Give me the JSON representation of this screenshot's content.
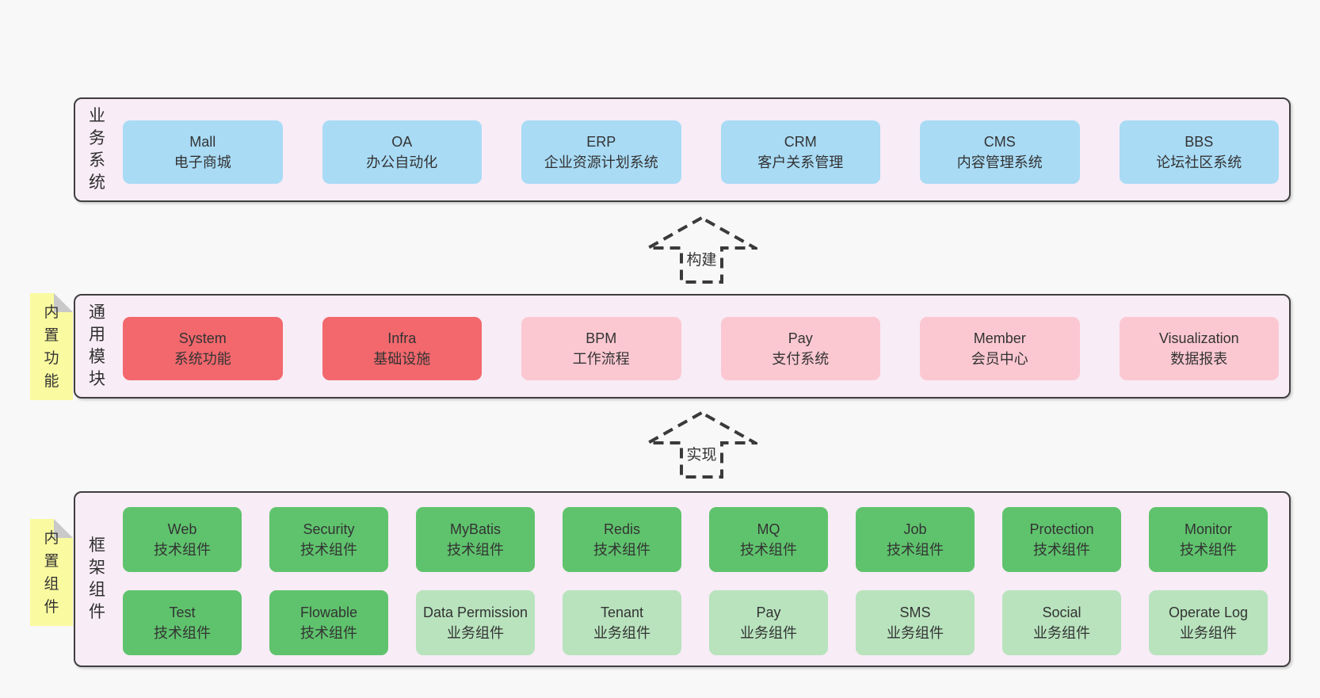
{
  "colors": {
    "page_bg": "#f8f8f8",
    "layer_fill": "#f8ecf6",
    "layer_border": "#3f3f3f",
    "box_blue": "#a9dbf5",
    "box_red": "#f2686d",
    "box_pink": "#fbc8d2",
    "box_green": "#5fc36d",
    "box_light_green": "#b8e3bd",
    "note_yellow": "#fafaa0",
    "note_fold_gray": "#c9c9c9",
    "arrow_dash": "#3a3a3a",
    "text": "#333333"
  },
  "layers": [
    {
      "label": "业务系统",
      "boxes": [
        {
          "en": "Mall",
          "zh": "电子商城"
        },
        {
          "en": "OA",
          "zh": "办公自动化"
        },
        {
          "en": "ERP",
          "zh": "企业资源计划系统"
        },
        {
          "en": "CRM",
          "zh": "客户关系管理"
        },
        {
          "en": "CMS",
          "zh": "内容管理系统"
        },
        {
          "en": "BBS",
          "zh": "论坛社区系统"
        }
      ]
    },
    {
      "label": "通用模块",
      "note": "内置功能",
      "boxes": [
        {
          "en": "System",
          "zh": "系统功能"
        },
        {
          "en": "Infra",
          "zh": "基础设施"
        },
        {
          "en": "BPM",
          "zh": "工作流程"
        },
        {
          "en": "Pay",
          "zh": "支付系统"
        },
        {
          "en": "Member",
          "zh": "会员中心"
        },
        {
          "en": "Visualization",
          "zh": "数据报表"
        }
      ]
    },
    {
      "label": "框架组件",
      "note": "内置组件",
      "rows": [
        [
          {
            "en": "Web",
            "zh": "技术组件"
          },
          {
            "en": "Security",
            "zh": "技术组件"
          },
          {
            "en": "MyBatis",
            "zh": "技术组件"
          },
          {
            "en": "Redis",
            "zh": "技术组件"
          },
          {
            "en": "MQ",
            "zh": "技术组件"
          },
          {
            "en": "Job",
            "zh": "技术组件"
          },
          {
            "en": "Protection",
            "zh": "技术组件"
          },
          {
            "en": "Monitor",
            "zh": "技术组件"
          }
        ],
        [
          {
            "en": "Test",
            "zh": "技术组件"
          },
          {
            "en": "Flowable",
            "zh": "技术组件"
          },
          {
            "en": "Data Permission",
            "zh": "业务组件"
          },
          {
            "en": "Tenant",
            "zh": "业务组件"
          },
          {
            "en": "Pay",
            "zh": "业务组件"
          },
          {
            "en": "SMS",
            "zh": "业务组件"
          },
          {
            "en": "Social",
            "zh": "业务组件"
          },
          {
            "en": "Operate Log",
            "zh": "业务组件"
          }
        ]
      ]
    }
  ],
  "arrows": [
    {
      "label": "构建"
    },
    {
      "label": "实现"
    }
  ]
}
